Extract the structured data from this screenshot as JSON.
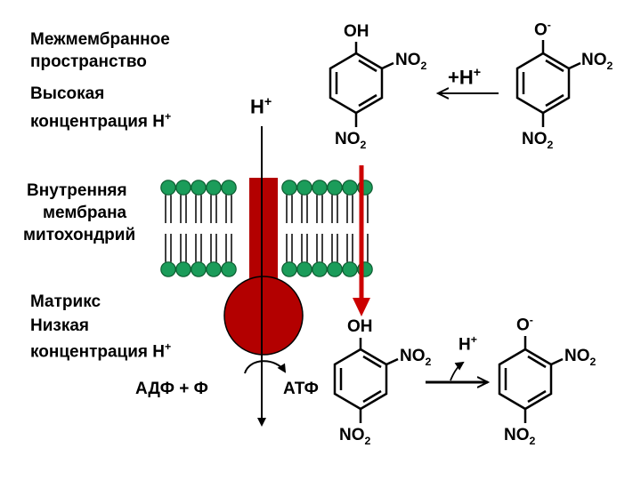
{
  "labels": {
    "intermembrane": [
      "Межмембранное",
      "пространство"
    ],
    "high": [
      "Высокая",
      "концентрация H"
    ],
    "membrane": [
      "Внутренняя",
      "мембрана",
      "митохондрий"
    ],
    "matrix": [
      "Матрикс",
      "Низкая",
      "концентрация H"
    ],
    "plus": "+",
    "h": "H",
    "reaction_plus_h": "+H",
    "adp_f": "АДФ + Ф",
    "atf": "АТФ"
  },
  "chem": {
    "oh": "OH",
    "o": "O",
    "minus": "-",
    "no": "NO",
    "sub2": "2"
  },
  "colors": {
    "channel": "#b30000",
    "proton_path": "#cc0000",
    "lipid_head": "#1b9c5a",
    "lipid_head_stroke": "#0c5c30"
  }
}
